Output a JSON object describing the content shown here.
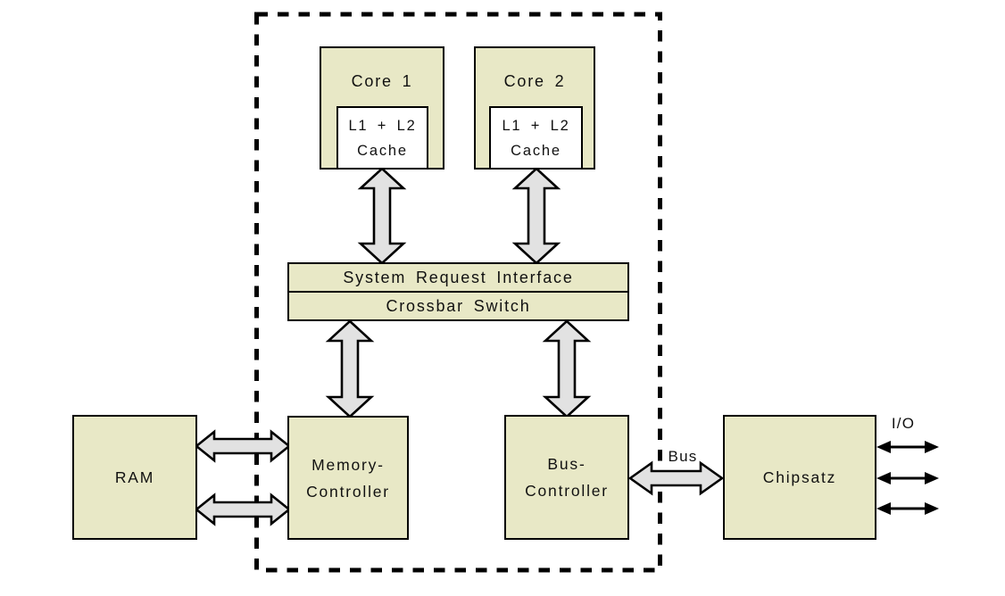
{
  "colors": {
    "background": "#ffffff",
    "box_fill": "#e8e8c6",
    "cache_fill": "#ffffff",
    "arrow_fill": "#e2e2e2",
    "line": "#000000",
    "text": "#111111"
  },
  "blocks": {
    "core1": {
      "label": "Core 1"
    },
    "core2": {
      "label": "Core 2"
    },
    "cache1": {
      "line1": "L1 + L2",
      "line2": "Cache"
    },
    "cache2": {
      "line1": "L1 + L2",
      "line2": "Cache"
    },
    "system_request_interface": {
      "label": "System Request Interface"
    },
    "crossbar_switch": {
      "label": "Crossbar Switch"
    },
    "ram": {
      "label": "RAM"
    },
    "memory_controller": {
      "line1": "Memory-",
      "line2": "Controller"
    },
    "bus_controller": {
      "line1": "Bus-",
      "line2": "Controller"
    },
    "chipset": {
      "label": "Chipsatz"
    }
  },
  "labels": {
    "bus": "Bus",
    "io": "I/O"
  },
  "connections": [
    {
      "from": "cache1",
      "to": "system_request_interface",
      "type": "wide-double-arrow"
    },
    {
      "from": "cache2",
      "to": "system_request_interface",
      "type": "wide-double-arrow"
    },
    {
      "from": "crossbar_switch",
      "to": "memory_controller",
      "type": "wide-double-arrow"
    },
    {
      "from": "crossbar_switch",
      "to": "bus_controller",
      "type": "wide-double-arrow"
    },
    {
      "from": "ram",
      "to": "memory_controller",
      "type": "wide-double-arrow",
      "count": 2
    },
    {
      "from": "bus_controller",
      "to": "chipset",
      "type": "wide-double-arrow",
      "label": "Bus"
    },
    {
      "from": "chipset",
      "to": "io",
      "type": "thin-double-arrow",
      "count": 3,
      "label": "I/O"
    }
  ],
  "die_boundary": {
    "style": "dashed-rectangle"
  }
}
